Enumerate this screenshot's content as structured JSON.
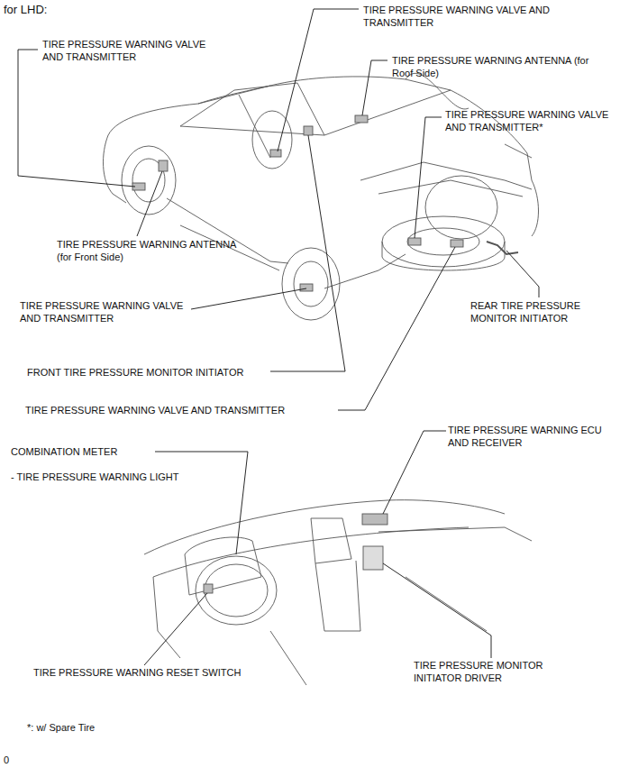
{
  "diagram": {
    "labels": [
      "for LHD:",
      "TIRE PRESSURE WARNING VALVE AND TRANSMITTER",
      "TIRE PRESSURE WARNING VALVE AND TRANSMITTER",
      "TIRE PRESSURE WARNING ANTENNA (for Roof Side)",
      "TIRE PRESSURE WARNING VALVE AND TRANSMITTER*",
      "TIRE PRESSURE WARNING ANTENNA (for Front Side)",
      "TIRE PRESSURE WARNING VALVE AND TRANSMITTER",
      "REAR TIRE PRESSURE MONITOR INITIATOR",
      "FRONT TIRE PRESSURE MONITOR INITIATOR",
      "TIRE PRESSURE WARNING VALVE AND TRANSMITTER",
      "COMBINATION METER",
      "- TIRE PRESSURE WARNING LIGHT",
      "TIRE PRESSURE WARNING ECU AND RECEIVER",
      "TIRE PRESSURE WARNING RESET SWITCH",
      "TIRE PRESSURE MONITOR INITIATOR DRIVER",
      "*: w/ Spare Tire",
      "0"
    ]
  }
}
